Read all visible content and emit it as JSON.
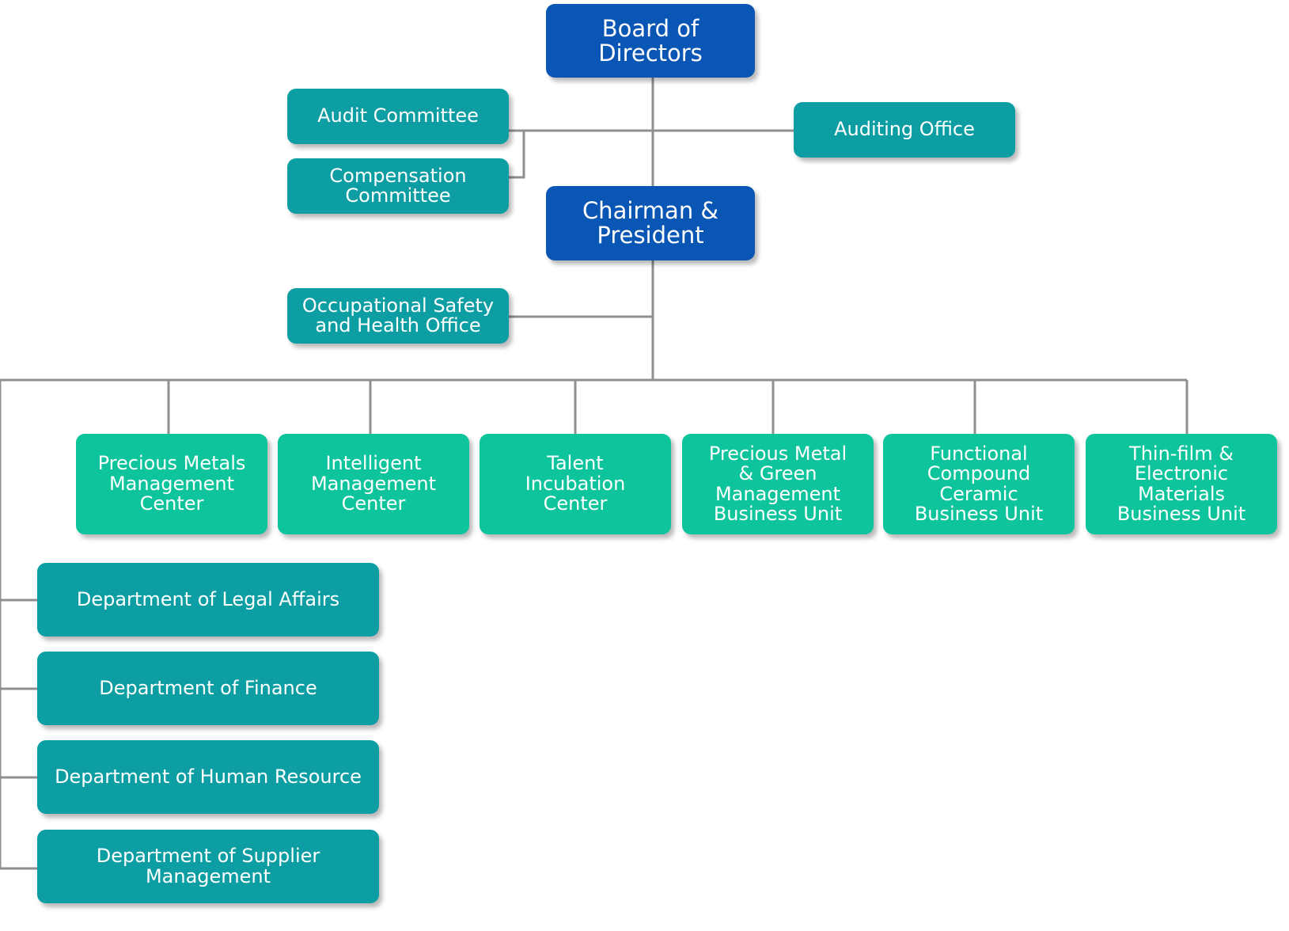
{
  "colors": {
    "executive": "#0a56b4",
    "office": "#0c9ea3",
    "unit": "#0dc49c",
    "connector": "#8f8f8f"
  },
  "nodes": {
    "board": "Board of\nDirectors",
    "audit_committee": "Audit Committee",
    "compensation_committee": "Compensation\nCommittee",
    "auditing_office": "Auditing Office",
    "chairman": "Chairman &\nPresident",
    "safety_office": "Occupational Safety\nand Health Office"
  },
  "units": [
    "Precious Metals\nManagement\nCenter",
    "Intelligent\nManagement\nCenter",
    "Talent\nIncubation\nCenter",
    "Precious Metal\n& Green\nManagement\nBusiness Unit",
    "Functional\nCompound\nCeramic\nBusiness Unit",
    "Thin-film &\nElectronic\nMaterials\nBusiness Unit"
  ],
  "departments": [
    "Department of Legal Affairs",
    "Department of Finance",
    "Department of Human Resource",
    "Department of Supplier\nManagement"
  ]
}
